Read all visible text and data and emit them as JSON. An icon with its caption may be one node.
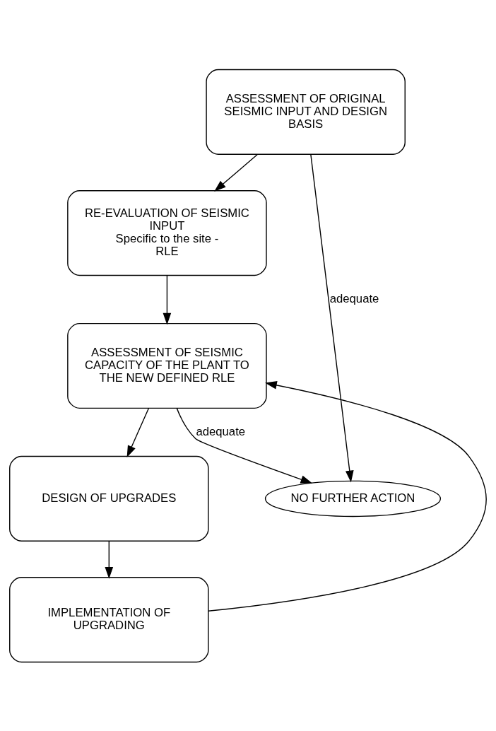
{
  "diagram": {
    "nodes": [
      {
        "text": [
          "ASSESSMENT OF ORIGINAL SEISMIC INPUT AND DESIGN BASIS"
        ]
      },
      {
        "text": [
          "RE-EVALUATION OF SEISMIC INPUT",
          "Specific to the site - RLE"
        ]
      },
      {
        "text": [
          "ASSESSMENT OF SEISMIC CAPACITY OF THE PLANT TO THE NEW DEFINED RLE"
        ]
      },
      {
        "text": [
          "DESIGN OF UPGRADES"
        ]
      },
      {
        "text": [
          "IMPLEMENTATION OF UPGRADING"
        ]
      },
      {
        "text": [
          "NO FURTHER ACTION"
        ]
      }
    ],
    "edges": [
      {
        "from": 0,
        "to": 5,
        "arrow": "to",
        "label": "adequate"
      },
      {
        "from": 0,
        "to": 1,
        "arrow": "to"
      },
      {
        "from": 1,
        "to": 2,
        "arrow": "to"
      },
      {
        "from": 2,
        "to": 5,
        "arrow": "to",
        "label": "adequate"
      },
      {
        "from": 2,
        "to": 3,
        "arrow": "to"
      },
      {
        "from": 3,
        "to": 4,
        "arrow": "to"
      },
      {
        "from": 4,
        "to": 2,
        "arrow": "to"
      }
    ]
  }
}
